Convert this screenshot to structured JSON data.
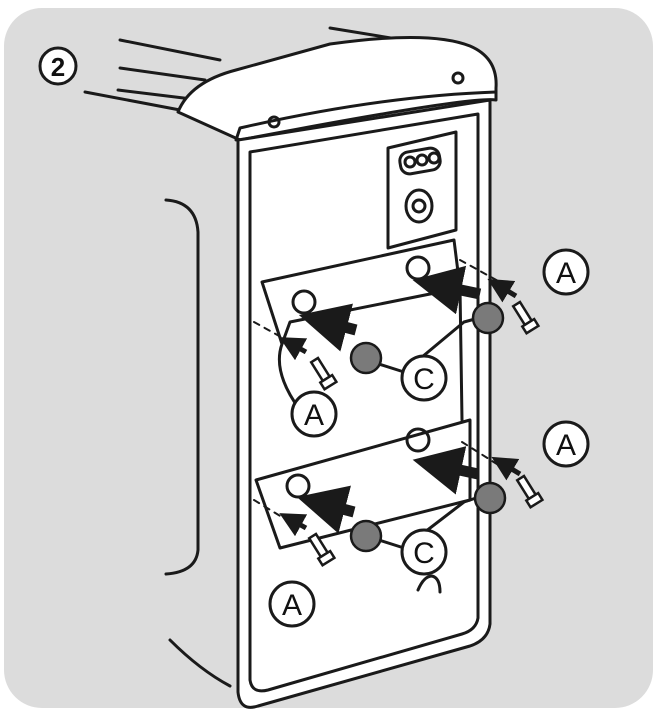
{
  "figure": {
    "step_number": "2",
    "callouts": {
      "screw_label": "A",
      "plug_label": "C"
    }
  },
  "colors": {
    "panel_background": "#dcdcdc",
    "line": "#1a1a1a",
    "unit_fill": "#ffffff",
    "plug_fill": "#7a7a7a"
  }
}
